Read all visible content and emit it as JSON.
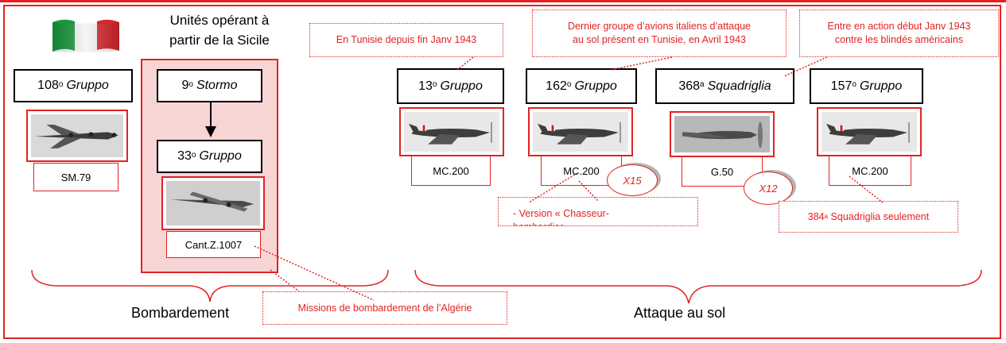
{
  "sicily_header": [
    "Unités opérant à",
    "partir de la Sicile"
  ],
  "units": {
    "u108": {
      "num": "108",
      "ord": "o",
      "name": "Gruppo",
      "aircraft": "SM.79"
    },
    "u9": {
      "num": "9",
      "ord": "o",
      "name": "Stormo"
    },
    "u33": {
      "num": "33",
      "ord": "o",
      "name": "Gruppo",
      "aircraft": "Cant.Z.1007"
    },
    "u13": {
      "num": "13",
      "ord": "o",
      "name": "Gruppo",
      "aircraft": "MC.200"
    },
    "u162": {
      "num": "162",
      "ord": "o",
      "name": "Gruppo",
      "aircraft": "MC.200",
      "multiplier": "X15"
    },
    "u368": {
      "num": "368",
      "ord": "a",
      "name": "Squadriglia",
      "aircraft": "G.50",
      "multiplier": "X12"
    },
    "u157": {
      "num": "157",
      "ord": "o",
      "name": "Gruppo",
      "aircraft": "MC.200"
    }
  },
  "notes": {
    "tunisie": "En Tunisie depuis fin Janv 1943",
    "dernier": [
      "Dernier groupe d’avions italiens d’attaque",
      "au sol présent en Tunisie, en Avril 1943"
    ],
    "action": [
      "Entre en action début Janv 1943",
      "contre les blindés américains"
    ],
    "version": [
      "- Version « Chasseur-",
      "bombardier"
    ],
    "squad384": {
      "num": "384",
      "ord": "a",
      "rest": "Squadriglia seulement"
    },
    "missions": "Missions de bombardement de l’Algérie"
  },
  "groups": {
    "bombardement": "Bombardement",
    "attaque": "Attaque au sol"
  },
  "colors": {
    "accent": "#e32222",
    "flag_green": "#169a3c",
    "flag_red": "#d8262c",
    "sicily_fill": "#f7d5d5"
  }
}
